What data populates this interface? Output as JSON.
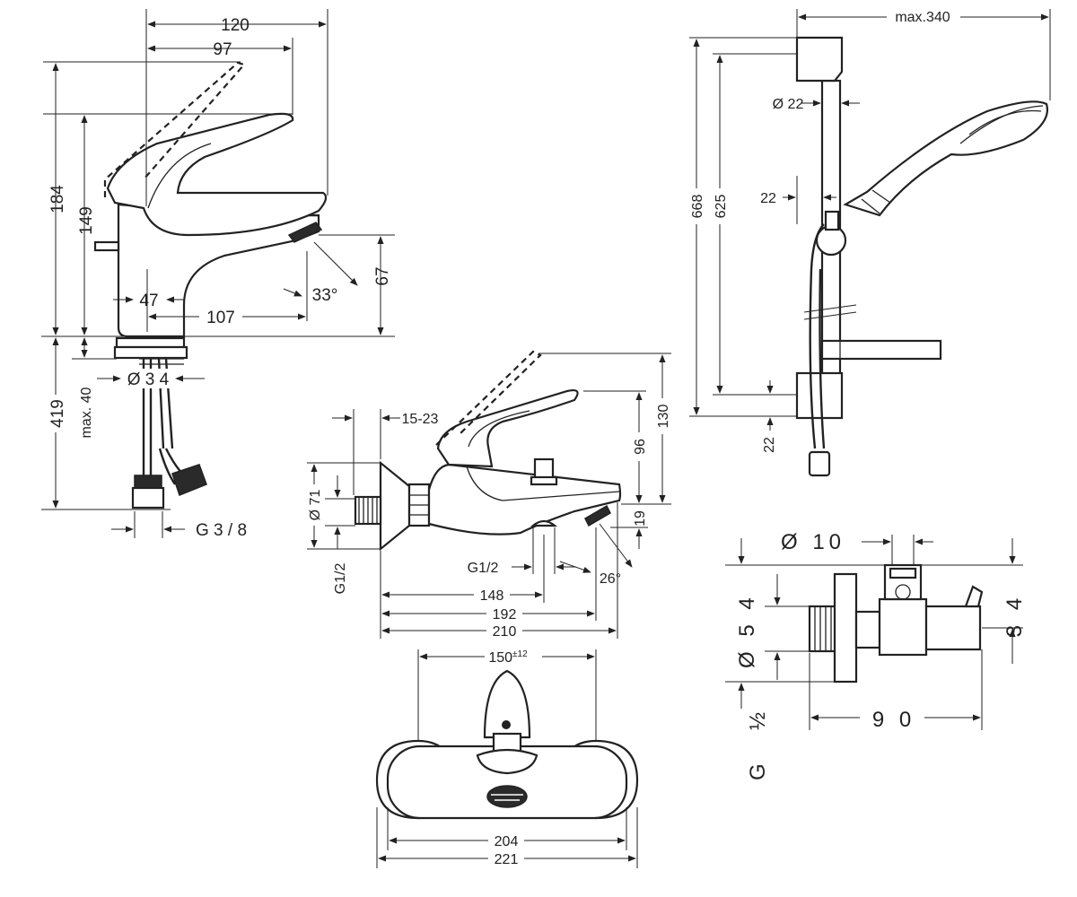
{
  "basin_mixer": {
    "dims": {
      "width_120": "120",
      "lever_97": "97",
      "height_184": "184",
      "height_149": "149",
      "spout_67": "67",
      "angle_33": "33°",
      "base_47": "47",
      "spout_107": "107",
      "below_419": "419",
      "max_40": "max. 40",
      "dia_34": "Ø 3 4",
      "thread_g38": "G 3 / 8"
    }
  },
  "bath_mixer": {
    "dims": {
      "offset_15_23": "15-23",
      "dia_71": "Ø 71",
      "thread_g12_left": "G1/2",
      "thread_g12_outlet": "G1/2",
      "height_96": "96",
      "height_130": "130",
      "height_19": "19",
      "angle_26": "26°",
      "len_148": "148",
      "len_192": "192",
      "len_210": "210"
    }
  },
  "bath_front": {
    "dims": {
      "centres_150": "150",
      "centres_tol": "±12",
      "width_204": "204",
      "width_221": "221"
    }
  },
  "shower_set": {
    "dims": {
      "max_340": "max.340",
      "dia_22": "Ø 22",
      "offset_22": "22",
      "height_668": "668",
      "height_625": "625",
      "bottom_22": "22"
    }
  },
  "angle_valve": {
    "dims": {
      "dia_10": "Ø 10",
      "dia_54": "Ø 5 4",
      "height_34": "3 4",
      "len_90": "9 0",
      "thread_g": "G",
      "thread_half": "½"
    }
  }
}
